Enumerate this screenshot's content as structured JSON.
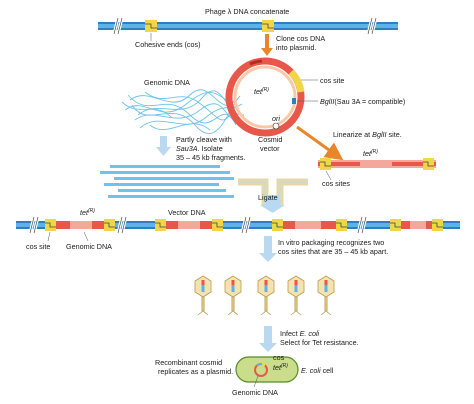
{
  "title": "Phage λ DNA concatenate",
  "colors": {
    "dna_blue": "#5cb3e8",
    "dna_dark": "#2e7fc0",
    "cos_yellow": "#f3d54a",
    "tet_red": "#e8584a",
    "tet_pink": "#f4a79b",
    "plasmid_outer": "#e8584a",
    "plasmid_inner": "#f7c9a8",
    "arrow_orange": "#f2a33a",
    "arrow_blue": "#b9d9f0",
    "ligate_tan": "#e7d9a6",
    "ecoli_fill": "#c9dd8a",
    "ecoli_stroke": "#5a8a2a",
    "genomic_tangle": "#6fc2ea"
  },
  "labels": {
    "cohesive_ends": "Cohesive ends (cos)",
    "clone_cos_1": "Clone cos DNA",
    "clone_cos_2": "into plasmid.",
    "genomic_dna": "Genomic DNA",
    "cos_site": "cos site",
    "bglII_enzyme": "BglII",
    "bglII_note": "(Sau 3A = compatible)",
    "tet_r": "tet",
    "tet_sup": "(R)",
    "ori": "ori",
    "cosmid_vector_1": "Cosmid",
    "cosmid_vector_2": "vector",
    "partly_cleave_1": "Partly cleave with",
    "partly_cleave_enzyme": "Sau3A",
    "partly_cleave_2": ". Isolate",
    "partly_cleave_3": "35 – 45 kb fragments.",
    "linearize_1": "Linearize at ",
    "linearize_enzyme": "BglII",
    "linearize_2": " site.",
    "tet_r_linear": "tet",
    "cos_sites": "cos sites",
    "ligate": "Ligate",
    "tet_r_concat": "tet",
    "vector_dna": "Vector DNA",
    "cos_site_bottom": "cos site",
    "genomic_dna_bottom": "Genomic DNA",
    "packaging_1": "In vitro packaging recognizes two",
    "packaging_2": "cos sites that are 35 – 45 kb apart.",
    "infect_1": "Infect ",
    "infect_ecoli": "E. coli",
    "infect_2": "Select for Tet resistance.",
    "recombinant_1": "Recombinant cosmid",
    "recombinant_2": "replicates as a plasmid.",
    "cos_final": "cos",
    "tet_r_final": "tet",
    "ecoli_cell": "E. coli",
    "ecoli_cell_suffix": " cell",
    "genomic_dna_final": "Genomic DNA"
  }
}
